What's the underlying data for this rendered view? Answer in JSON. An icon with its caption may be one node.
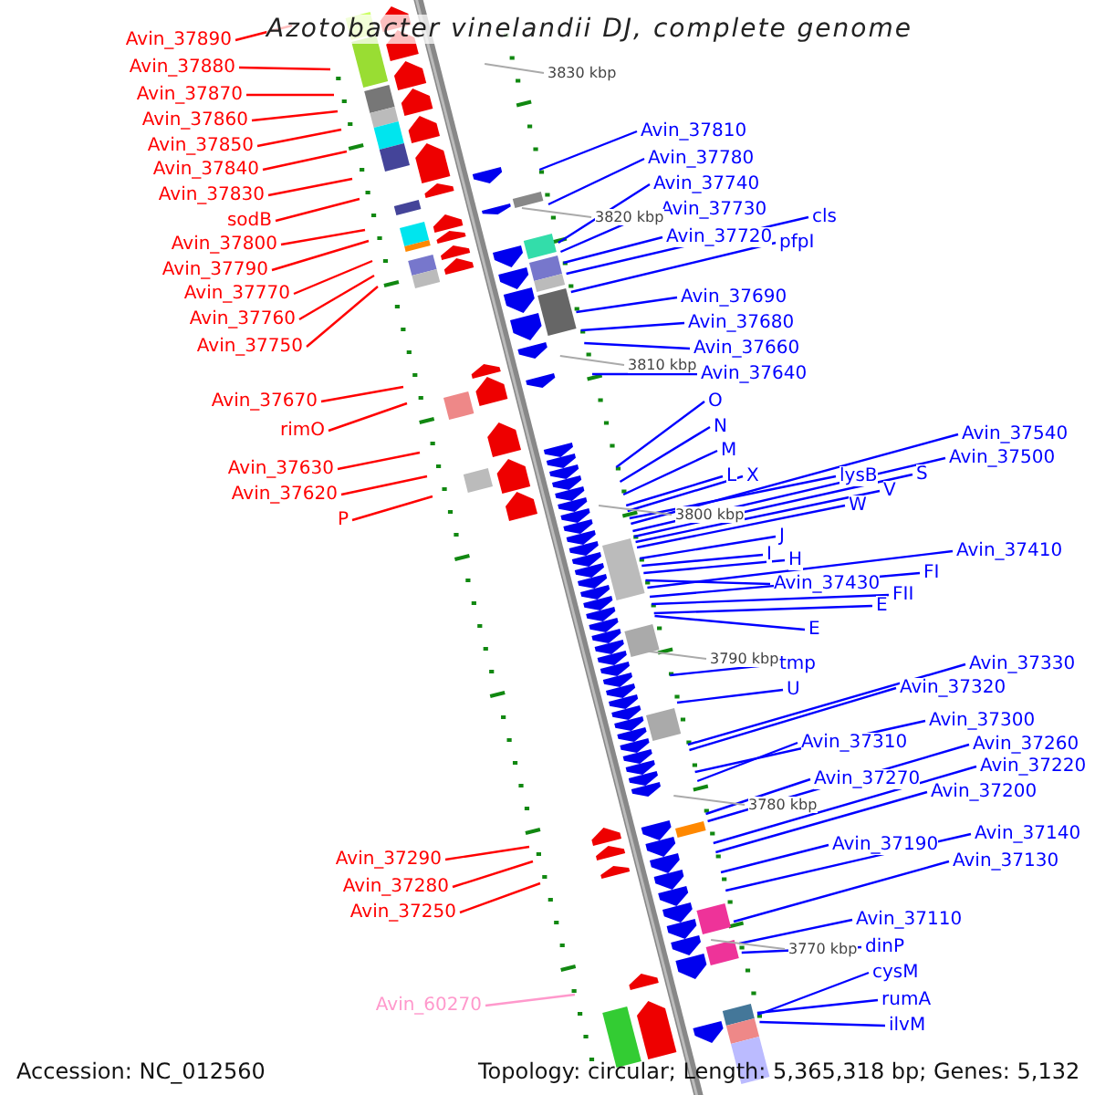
{
  "diagram": {
    "title": "Azotobacter vinelandii DJ, complete genome",
    "nodes": [
      {
        "text": [
          "Avin_37890"
        ]
      },
      {
        "text": [
          "Avin_37880"
        ]
      },
      {
        "text": [
          "Avin_37870"
        ]
      },
      {
        "text": [
          "Avin_37860"
        ]
      },
      {
        "text": [
          "Avin_37850"
        ]
      },
      {
        "text": [
          "Avin_37840"
        ]
      },
      {
        "text": [
          "Avin_37830"
        ]
      },
      {
        "text": [
          "sodB"
        ]
      },
      {
        "text": [
          "Avin_37800"
        ]
      },
      {
        "text": [
          "Avin_37790"
        ]
      },
      {
        "text": [
          "Avin_37770"
        ]
      },
      {
        "text": [
          "Avin_37760"
        ]
      },
      {
        "text": [
          "Avin_37750"
        ]
      },
      {
        "text": [
          "Avin_37670"
        ]
      },
      {
        "text": [
          "rimO"
        ]
      },
      {
        "text": [
          "Avin_37630"
        ]
      },
      {
        "text": [
          "Avin_37620"
        ]
      },
      {
        "text": [
          "P"
        ]
      },
      {
        "text": [
          "Avin_37290"
        ]
      },
      {
        "text": [
          "Avin_37280"
        ]
      },
      {
        "text": [
          "Avin_37250"
        ]
      },
      {
        "text": [
          "Avin_60270"
        ]
      },
      {
        "text": [
          "Avin_37810"
        ]
      },
      {
        "text": [
          "Avin_37780"
        ]
      },
      {
        "text": [
          "Avin_37740"
        ]
      },
      {
        "text": [
          "Avin_37730"
        ]
      },
      {
        "text": [
          "Avin_37720"
        ]
      },
      {
        "text": [
          "cls"
        ]
      },
      {
        "text": [
          "pfpI"
        ]
      },
      {
        "text": [
          "Avin_37690"
        ]
      },
      {
        "text": [
          "Avin_37680"
        ]
      },
      {
        "text": [
          "Avin_37660"
        ]
      },
      {
        "text": [
          "Avin_37640"
        ]
      },
      {
        "text": [
          "O"
        ]
      },
      {
        "text": [
          "N"
        ]
      },
      {
        "text": [
          "M"
        ]
      },
      {
        "text": [
          "L"
        ]
      },
      {
        "text": [
          "X"
        ]
      },
      {
        "text": [
          "lysB"
        ]
      },
      {
        "text": [
          "Avin_37540"
        ]
      },
      {
        "text": [
          "Avin_37500"
        ]
      },
      {
        "text": [
          "S"
        ]
      },
      {
        "text": [
          "V"
        ]
      },
      {
        "text": [
          "W"
        ]
      },
      {
        "text": [
          "J"
        ]
      },
      {
        "text": [
          "I"
        ]
      },
      {
        "text": [
          "H"
        ]
      },
      {
        "text": [
          "Avin_37430"
        ]
      },
      {
        "text": [
          "Avin_37410"
        ]
      },
      {
        "text": [
          "FI"
        ]
      },
      {
        "text": [
          "FII"
        ]
      },
      {
        "text": [
          "E"
        ]
      },
      {
        "text": [
          "E"
        ]
      },
      {
        "text": [
          "tmp"
        ]
      },
      {
        "text": [
          "U"
        ]
      },
      {
        "text": [
          "Avin_37330"
        ]
      },
      {
        "text": [
          "Avin_37320"
        ]
      },
      {
        "text": [
          "Avin_37300"
        ]
      },
      {
        "text": [
          "Avin_37310"
        ]
      },
      {
        "text": [
          "Avin_37260"
        ]
      },
      {
        "text": [
          "Avin_37220"
        ]
      },
      {
        "text": [
          "Avin_37270"
        ]
      },
      {
        "text": [
          "Avin_37200"
        ]
      },
      {
        "text": [
          "Avin_37140"
        ]
      },
      {
        "text": [
          "Avin_37190"
        ]
      },
      {
        "text": [
          "Avin_37130"
        ]
      },
      {
        "text": [
          "Avin_37110"
        ]
      },
      {
        "text": [
          "dinP"
        ]
      },
      {
        "text": [
          "cysM"
        ]
      },
      {
        "text": [
          "rumA"
        ]
      },
      {
        "text": [
          "ilvM"
        ]
      }
    ],
    "edges": [
      {
        "from": 0,
        "to": null,
        "arrow": "none",
        "color": "#ff0000"
      },
      {
        "from": 1,
        "to": null,
        "arrow": "none",
        "color": "#ff0000"
      },
      {
        "from": 2,
        "to": null,
        "arrow": "none",
        "color": "#ff0000"
      },
      {
        "from": 3,
        "to": null,
        "arrow": "none",
        "color": "#ff0000"
      },
      {
        "from": 4,
        "to": null,
        "arrow": "none",
        "color": "#ff0000"
      },
      {
        "from": 5,
        "to": null,
        "arrow": "none",
        "color": "#ff0000"
      },
      {
        "from": 6,
        "to": null,
        "arrow": "none",
        "color": "#ff0000"
      },
      {
        "from": 7,
        "to": null,
        "arrow": "none",
        "color": "#ff0000"
      },
      {
        "from": 8,
        "to": null,
        "arrow": "none",
        "color": "#ff0000"
      },
      {
        "from": 9,
        "to": null,
        "arrow": "none",
        "color": "#ff0000"
      },
      {
        "from": 10,
        "to": null,
        "arrow": "none",
        "color": "#ff0000"
      },
      {
        "from": 11,
        "to": null,
        "arrow": "none",
        "color": "#ff0000"
      },
      {
        "from": 12,
        "to": null,
        "arrow": "none",
        "color": "#ff0000"
      },
      {
        "from": 13,
        "to": null,
        "arrow": "none",
        "color": "#ff0000"
      },
      {
        "from": 14,
        "to": null,
        "arrow": "none",
        "color": "#ff0000"
      },
      {
        "from": 15,
        "to": null,
        "arrow": "none",
        "color": "#ff0000"
      },
      {
        "from": 16,
        "to": null,
        "arrow": "none",
        "color": "#ff0000"
      },
      {
        "from": 17,
        "to": null,
        "arrow": "none",
        "color": "#ff0000"
      },
      {
        "from": 18,
        "to": null,
        "arrow": "none",
        "color": "#ff0000"
      },
      {
        "from": 19,
        "to": null,
        "arrow": "none",
        "color": "#ff0000"
      },
      {
        "from": 20,
        "to": null,
        "arrow": "none",
        "color": "#ff0000"
      },
      {
        "from": 21,
        "to": null,
        "arrow": "none",
        "color": "#ff99cc"
      },
      {
        "from": 22,
        "to": null,
        "arrow": "none"
      },
      {
        "from": 23,
        "to": null,
        "arrow": "none"
      },
      {
        "from": 24,
        "to": null,
        "arrow": "none"
      },
      {
        "from": 25,
        "to": null,
        "arrow": "none"
      },
      {
        "from": 26,
        "to": null,
        "arrow": "none"
      },
      {
        "from": 27,
        "to": null,
        "arrow": "none"
      },
      {
        "from": 28,
        "to": null,
        "arrow": "none"
      },
      {
        "from": 29,
        "to": null,
        "arrow": "none"
      },
      {
        "from": 30,
        "to": null,
        "arrow": "none"
      },
      {
        "from": 31,
        "to": null,
        "arrow": "none"
      },
      {
        "from": 32,
        "to": null,
        "arrow": "none"
      },
      {
        "from": 33,
        "to": null,
        "arrow": "none"
      },
      {
        "from": 34,
        "to": null,
        "arrow": "none"
      },
      {
        "from": 35,
        "to": null,
        "arrow": "none"
      },
      {
        "from": 36,
        "to": null,
        "arrow": "none"
      },
      {
        "from": 37,
        "to": null,
        "arrow": "none"
      },
      {
        "from": 38,
        "to": null,
        "arrow": "none"
      },
      {
        "from": 39,
        "to": null,
        "arrow": "none"
      },
      {
        "from": 40,
        "to": null,
        "arrow": "none"
      },
      {
        "from": 41,
        "to": null,
        "arrow": "none"
      },
      {
        "from": 42,
        "to": null,
        "arrow": "none"
      },
      {
        "from": 43,
        "to": null,
        "arrow": "none"
      },
      {
        "from": 44,
        "to": null,
        "arrow": "none"
      },
      {
        "from": 45,
        "to": null,
        "arrow": "none"
      },
      {
        "from": 46,
        "to": null,
        "arrow": "none"
      },
      {
        "from": 47,
        "to": null,
        "arrow": "none"
      },
      {
        "from": 48,
        "to": null,
        "arrow": "none"
      },
      {
        "from": 49,
        "to": null,
        "arrow": "none"
      },
      {
        "from": 50,
        "to": null,
        "arrow": "none"
      },
      {
        "from": 51,
        "to": null,
        "arrow": "none"
      },
      {
        "from": 52,
        "to": null,
        "arrow": "none"
      },
      {
        "from": 53,
        "to": null,
        "arrow": "none"
      },
      {
        "from": 54,
        "to": null,
        "arrow": "none"
      },
      {
        "from": 55,
        "to": null,
        "arrow": "none"
      },
      {
        "from": 56,
        "to": null,
        "arrow": "none"
      },
      {
        "from": 57,
        "to": null,
        "arrow": "none"
      },
      {
        "from": 58,
        "to": null,
        "arrow": "none"
      },
      {
        "from": 59,
        "to": null,
        "arrow": "none"
      },
      {
        "from": 60,
        "to": null,
        "arrow": "none"
      },
      {
        "from": 61,
        "to": null,
        "arrow": "none"
      },
      {
        "from": 62,
        "to": null,
        "arrow": "none"
      },
      {
        "from": 63,
        "to": null,
        "arrow": "none"
      },
      {
        "from": 64,
        "to": null,
        "arrow": "none"
      },
      {
        "from": 65,
        "to": null,
        "arrow": "none"
      },
      {
        "from": 66,
        "to": null,
        "arrow": "none"
      },
      {
        "from": 67,
        "to": null,
        "arrow": "none"
      },
      {
        "from": 68,
        "to": null,
        "arrow": "none"
      },
      {
        "from": 69,
        "to": null,
        "arrow": "none"
      },
      {
        "from": 70,
        "to": null,
        "arrow": "none"
      }
    ],
    "labels": [
      "3830 kbp",
      "3820 kbp",
      "3810 kbp",
      "3800 kbp",
      "3790 kbp",
      "3780 kbp",
      "3770 kbp",
      "Accession: NC_012560",
      "Topology: circular; Length: 5,365,318 bp; Genes: 5,132"
    ]
  }
}
